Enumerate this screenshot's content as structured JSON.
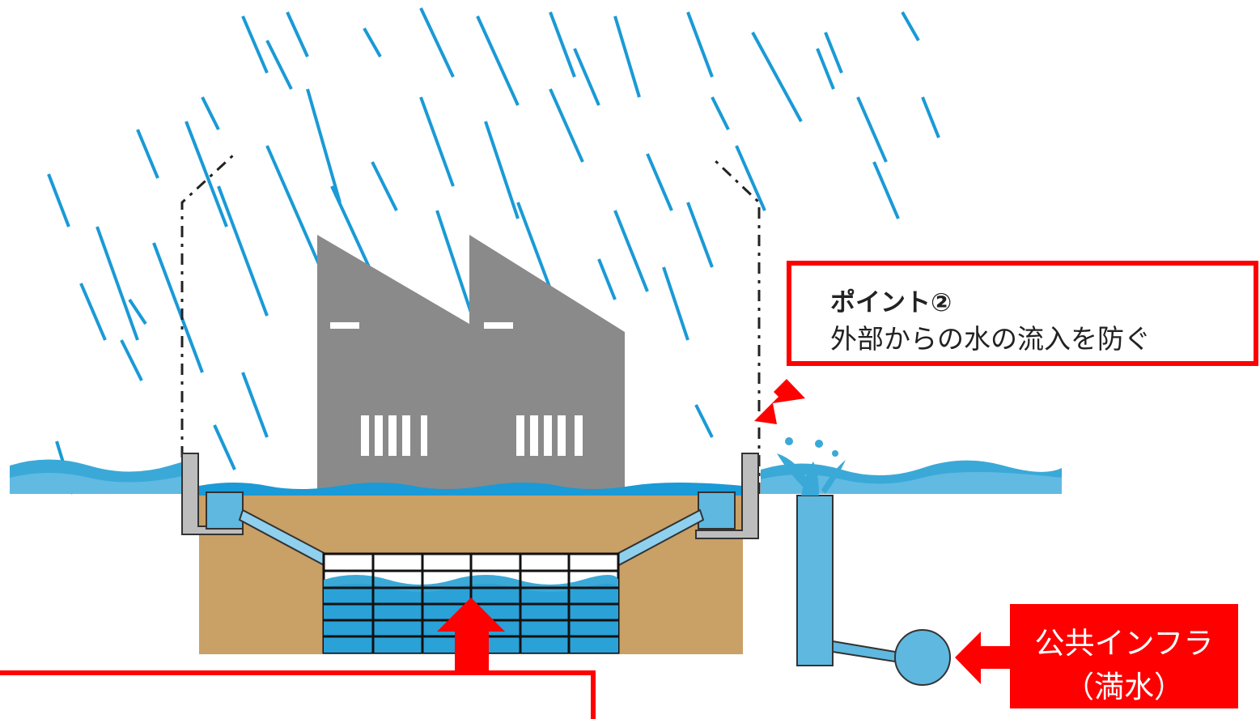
{
  "callout": {
    "title": "ポイント②",
    "text": "外部からの水の流入を防ぐ"
  },
  "infra": {
    "line1": "公共インフラ",
    "line2": "（満水）"
  },
  "colors": {
    "rain": "#1a9ad6",
    "water": "#3aa9d8",
    "water_light": "#7cc7ea",
    "building": "#8a8a8a",
    "soil": "#c9a066",
    "wall": "#bdbdbd",
    "accent": "#ff0000"
  },
  "icons": {
    "building": "factory-icon",
    "tank": "storage-tank-icon",
    "pipe": "public-pipe-icon",
    "arrow": "red-arrow-icon"
  }
}
